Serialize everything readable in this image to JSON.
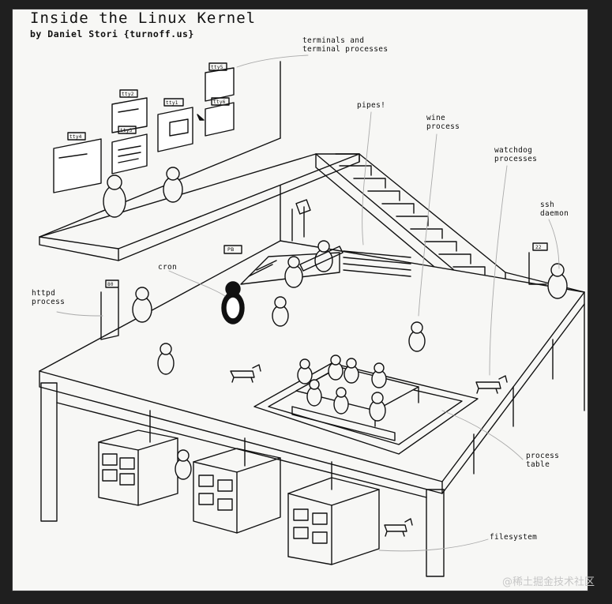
{
  "header": {
    "title": "Inside the Linux Kernel",
    "byline": "by Daniel Stori {turnoff.us}"
  },
  "labels": {
    "terminals": "terminals and\nterminal processes",
    "pipes": "pipes!",
    "wine": "wine\nprocess",
    "watchdog": "watchdog\nprocesses",
    "ssh": "ssh\ndaemon",
    "cron": "cron",
    "httpd": "httpd\nprocess",
    "process_table": "process\ntable",
    "filesystem": "filesystem"
  },
  "screen_tags": [
    "tty4",
    "tty3",
    "tty2",
    "tty1",
    "tty5",
    "tty6"
  ],
  "door_tags": {
    "cron_door": "PB",
    "httpd_door": "80",
    "ssh_door": "22"
  },
  "watermark": "@稀土掘金技术社区"
}
